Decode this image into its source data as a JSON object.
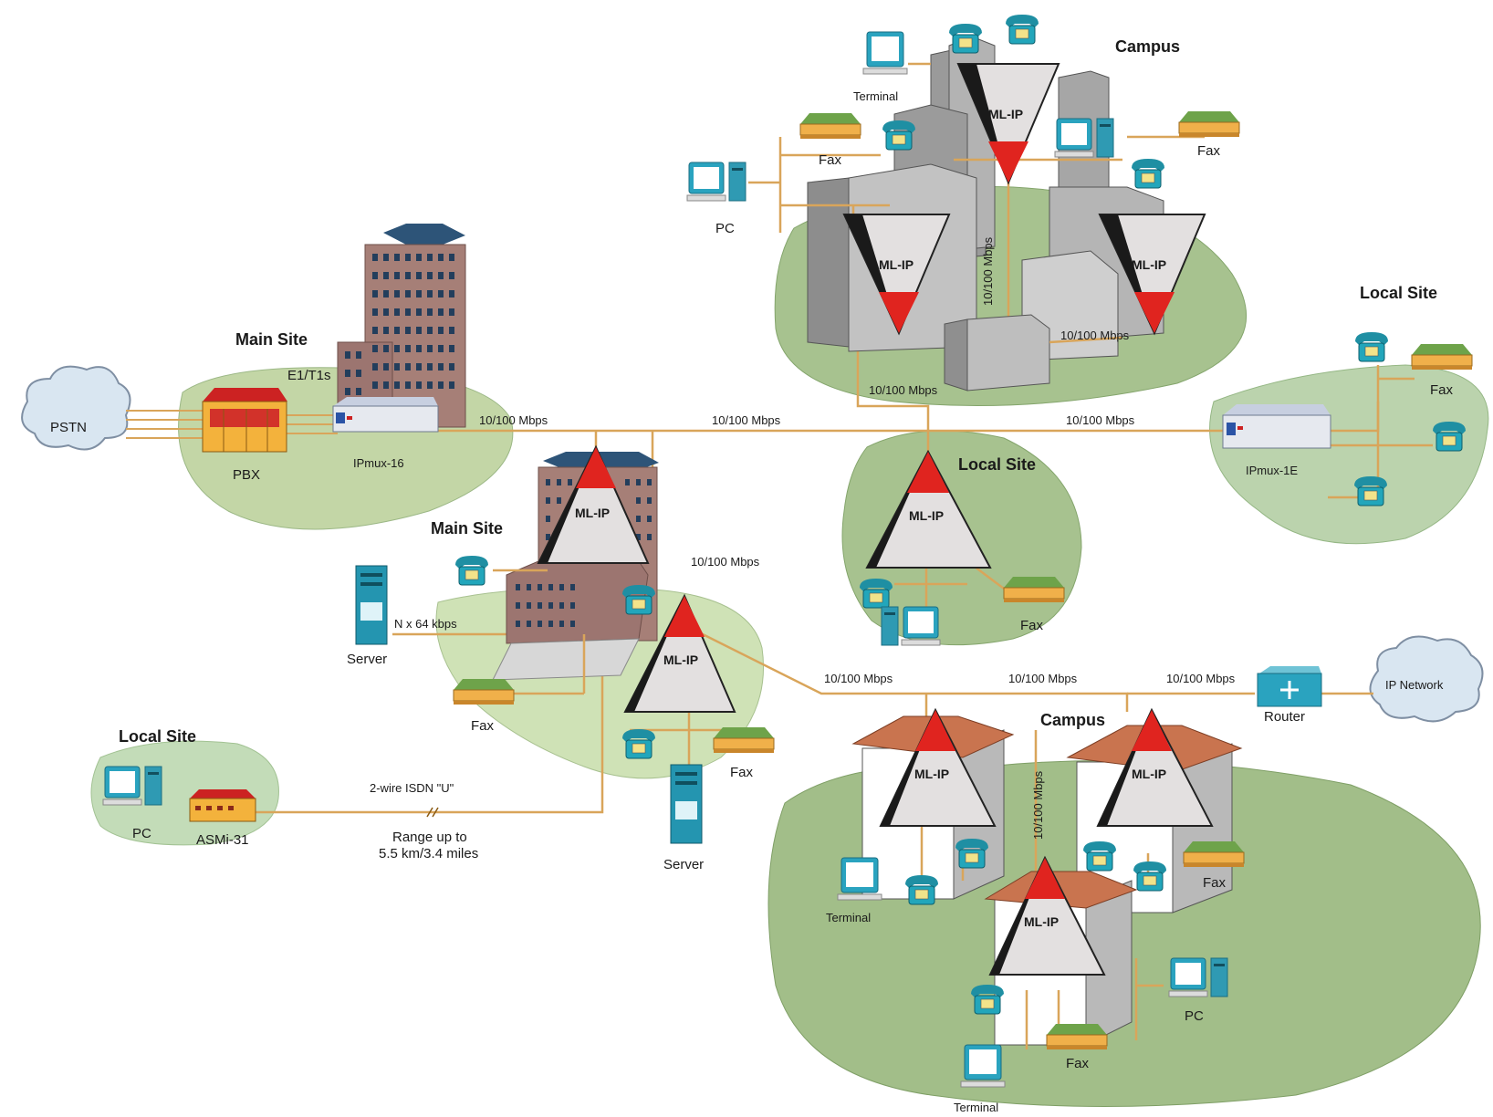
{
  "sites": {
    "main_site_top": "Main Site",
    "main_site_center": "Main Site",
    "campus_top": "Campus",
    "campus_bottom": "Campus",
    "local_site_right": "Local Site",
    "local_site_center": "Local Site",
    "local_site_left": "Local Site"
  },
  "clouds": {
    "pstn": "PSTN",
    "ip_network": "IP Network"
  },
  "devices": {
    "pbx": "PBX",
    "ipmux_main": "IPmux-16",
    "ipmux_local": "IPmux-1E",
    "e1t1": "E1/T1s",
    "router": "Router",
    "asmi31": "ASMi-31",
    "ml_ip": "ML-IP"
  },
  "endpoints": {
    "terminal": "Terminal",
    "fax": "Fax",
    "pc": "PC",
    "server": "Server"
  },
  "links": {
    "speed": "10/100 Mbps",
    "nx64": "N x 64 kbps",
    "isdn": "2-wire ISDN \"U\"",
    "range_line1": "Range up to",
    "range_line2": "5.5 km/3.4 miles"
  },
  "colors": {
    "ground": "#a9c99a",
    "ground_light": "#cfe3c4",
    "link": "#d9a55a",
    "triangle_red": "#e0241f",
    "building": "#b9b9b9",
    "phone": "#1f9cb0",
    "fax": "#e8a43a",
    "cloud": "#cfe0ee"
  }
}
